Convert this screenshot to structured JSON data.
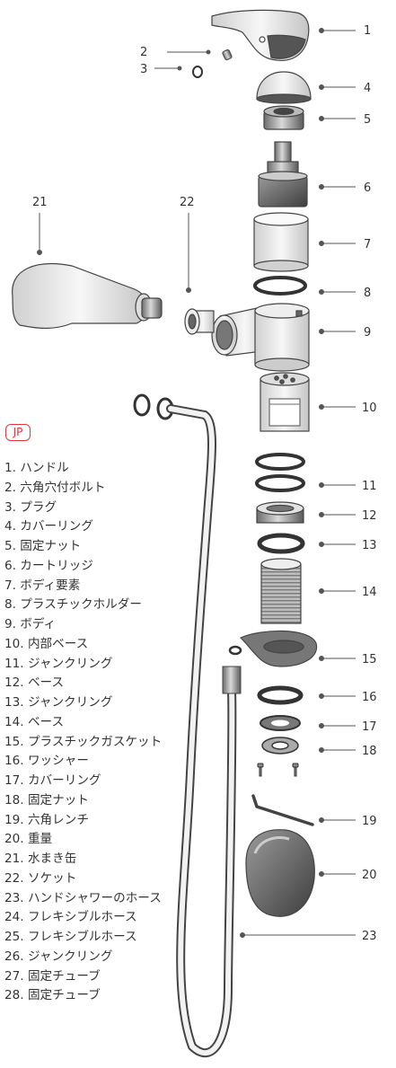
{
  "callouts": {
    "c1": "1",
    "c2": "2",
    "c3": "3",
    "c4": "4",
    "c5": "5",
    "c6": "6",
    "c7": "7",
    "c8": "8",
    "c9": "9",
    "c10": "10",
    "c11": "11",
    "c12": "12",
    "c13": "13",
    "c14": "14",
    "c15": "15",
    "c16": "16",
    "c17": "17",
    "c18": "18",
    "c19": "19",
    "c20": "20",
    "c21": "21",
    "c22": "22",
    "c23": "23"
  },
  "language_badge": "JP",
  "legend": [
    "1. ハンドル",
    "2. 六角穴付ボルト",
    "3. プラグ",
    "4. カバーリング",
    "5. 固定ナット",
    "6. カートリッジ",
    "7. ボディ要素",
    "8. プラスチックホルダー",
    "9. ボディ",
    "10. 内部ベース",
    "11. ジャンクリング",
    "12. ベース",
    "13. ジャンクリング",
    "14. ベース",
    "15. プラスチックガスケット",
    "16. ワッシャー",
    "17. カバーリング",
    "18. 固定ナット",
    "19. 六角レンチ",
    "20. 重量",
    "21. 水まき缶",
    "22. ソケット",
    "23. ハンドシャワーのホース",
    "24. フレキシブルホース",
    "25. フレキシブルホース",
    "26. ジャンクリング",
    "27. 固定チューブ",
    "28. 固定チューブ"
  ],
  "colors": {
    "accent": "#e2343c",
    "line": "#555555",
    "part": "#4a4a4a"
  }
}
